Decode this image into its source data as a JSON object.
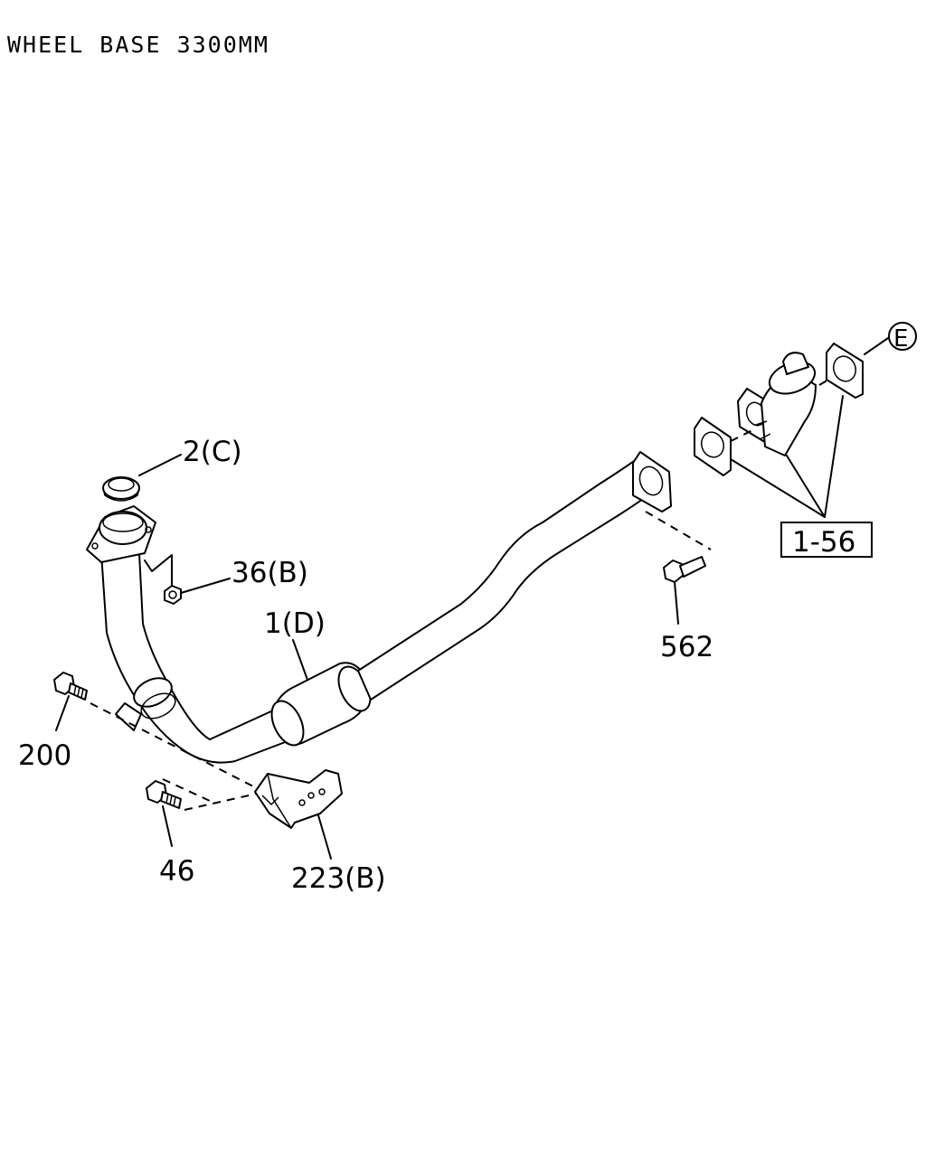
{
  "title": "WHEEL BASE 3300MM",
  "callouts": {
    "gasket_ring": "2(C)",
    "nut": "36(B)",
    "exhaust_pipe": "1(D)",
    "bolt_200": "200",
    "bolt_46": "46",
    "bracket": "223(B)",
    "bolt_562": "562",
    "ref_box": "1-56",
    "ref_circle": "E"
  }
}
